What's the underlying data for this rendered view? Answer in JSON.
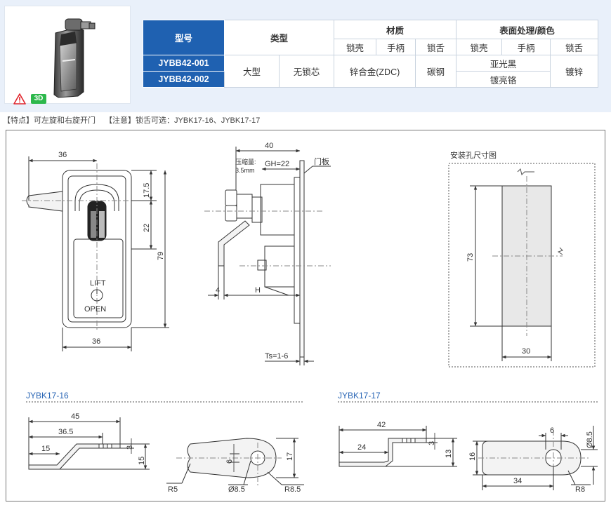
{
  "spec_table": {
    "headers": {
      "model": "型号",
      "type": "类型",
      "material": "材质",
      "surface": "表面处理/颜色",
      "sub": [
        "锁壳",
        "手柄",
        "锁舌",
        "锁壳",
        "手柄",
        "锁舌"
      ]
    },
    "models": [
      "JYBB42-001",
      "JYBB42-002"
    ],
    "type_size": "大型",
    "type_core": "无锁芯",
    "material_shell_handle": "锌合金(ZDC)",
    "material_tongue": "碳钢",
    "surface_shell_handle": [
      "亚光黑",
      "镀亮铬"
    ],
    "surface_tongue": "镀锌"
  },
  "badge_3d": "3D",
  "features": {
    "feature": "【特点】可左旋和右旋开门",
    "note": "【注意】锁舌可选：JYBK17-16、JYBK17-17"
  },
  "front_view": {
    "width_top": "36",
    "dim_17_5": "17.5",
    "dim_22": "22",
    "dim_79": "79",
    "width_bottom": "36",
    "lift": "LIFT",
    "open": "OPEN"
  },
  "side_view": {
    "depth": "40",
    "compress_label": "压缩量:",
    "compress_value": "3.5mm",
    "gh": "GH=22",
    "door_panel": "门板",
    "dim_4": "4",
    "dim_h": "H",
    "ts": "Ts=1-6"
  },
  "cutout": {
    "title": "安装孔尺寸图",
    "height": "73",
    "width": "30"
  },
  "tongue_16": {
    "name": "JYBK17-16",
    "d45": "45",
    "d36_5": "36.5",
    "d15": "15",
    "d3": "3",
    "d15_h": "15",
    "r5": "R5",
    "d6": "6",
    "d8_5": "Ø8.5",
    "d17": "17",
    "r8_5": "R8.5"
  },
  "tongue_17": {
    "name": "JYBK17-17",
    "d42": "42",
    "d24": "24",
    "d3": "3",
    "d13": "13",
    "d16": "16",
    "d6": "6",
    "d8_5": "Ø8.5",
    "d34": "34",
    "r8": "R8"
  },
  "colors": {
    "header_blue": "#1f61b1",
    "band_bg": "#e9f0fa",
    "title_blue": "#2a66b5",
    "badge_green": "#2db84c",
    "warn_red": "#e0242c"
  }
}
